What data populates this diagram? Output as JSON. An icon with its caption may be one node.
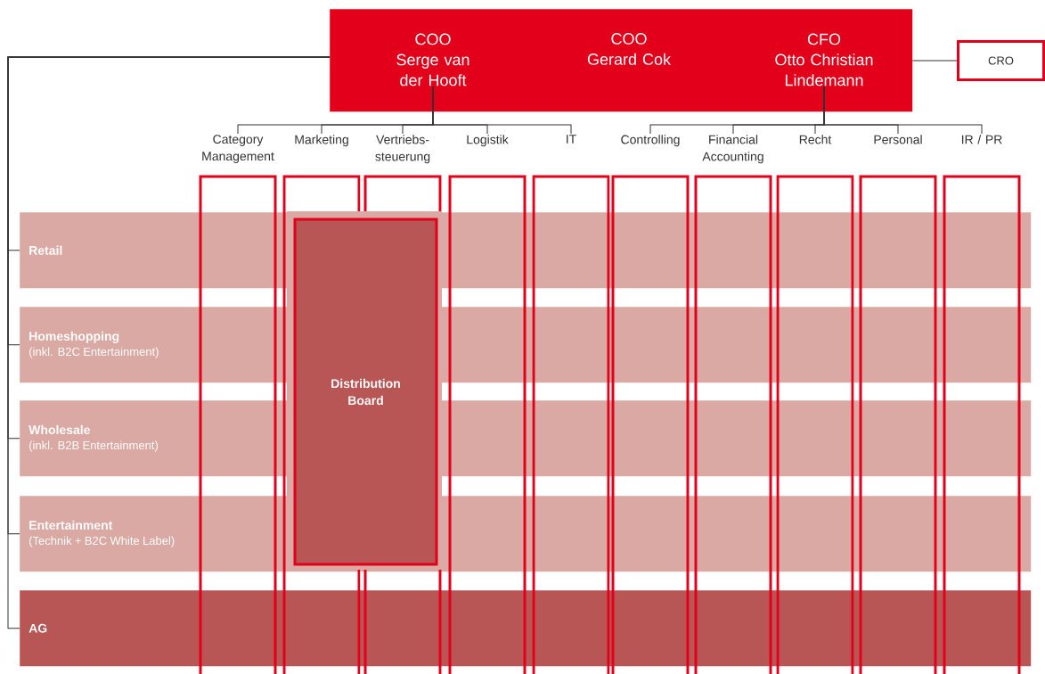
{
  "diagram": {
    "nodes": [
      {
        "text": [],
        "shape": "box"
      },
      {
        "text": [
          "COO",
          "Serge van der Hooft"
        ],
        "in": 0
      },
      {
        "text": [
          "COO",
          "Gerard Cok"
        ],
        "in": 0
      },
      {
        "text": [
          "CFO",
          "Otto Christian Lindemann"
        ],
        "in": 0
      },
      {
        "text": [
          "CRO"
        ]
      },
      {
        "text": [
          "Category Management"
        ]
      },
      {
        "text": [
          "Marketing"
        ]
      },
      {
        "text": [
          "Vertriebs- steuerung"
        ]
      },
      {
        "text": [
          "Logistik"
        ]
      },
      {
        "text": [
          "IT"
        ]
      },
      {
        "text": [
          "Controlling"
        ]
      },
      {
        "text": [
          "Financial Accounting"
        ]
      },
      {
        "text": [
          "Recht"
        ]
      },
      {
        "text": [
          "Personal"
        ]
      },
      {
        "text": [
          "IR / PR"
        ]
      },
      {
        "text": [
          "Retail"
        ]
      },
      {
        "text": [
          "Homeshopping",
          "(inkl. B2C Entertainment)"
        ]
      },
      {
        "text": [
          "Wholesale",
          "(inkl. B2B Entertainment)"
        ]
      },
      {
        "text": [
          "Entertainment",
          "(Technik + B2C White Label)"
        ]
      },
      {
        "text": [
          "AG"
        ]
      },
      {
        "text": [
          "Distribution Board"
        ]
      }
    ],
    "edges": [
      {
        "from": 1,
        "to": 5,
        "arrow": "none"
      },
      {
        "from": 1,
        "to": 6,
        "arrow": "none"
      },
      {
        "from": 1,
        "to": 7,
        "arrow": "none"
      },
      {
        "from": 1,
        "to": 8,
        "arrow": "none"
      },
      {
        "from": 1,
        "to": 9,
        "arrow": "none"
      },
      {
        "from": 3,
        "to": 10,
        "arrow": "none"
      },
      {
        "from": 3,
        "to": 11,
        "arrow": "none"
      },
      {
        "from": 3,
        "to": 12,
        "arrow": "none"
      },
      {
        "from": 3,
        "to": 13,
        "arrow": "none"
      },
      {
        "from": 3,
        "to": 14,
        "arrow": "none"
      },
      {
        "from": 0,
        "to": 4,
        "arrow": "none"
      },
      {
        "from": 0,
        "to": 15,
        "arrow": "none"
      },
      {
        "from": 0,
        "to": 16,
        "arrow": "none"
      },
      {
        "from": 0,
        "to": 17,
        "arrow": "none"
      },
      {
        "from": 0,
        "to": 18,
        "arrow": "none"
      },
      {
        "from": 0,
        "to": 19,
        "arrow": "none"
      }
    ]
  }
}
